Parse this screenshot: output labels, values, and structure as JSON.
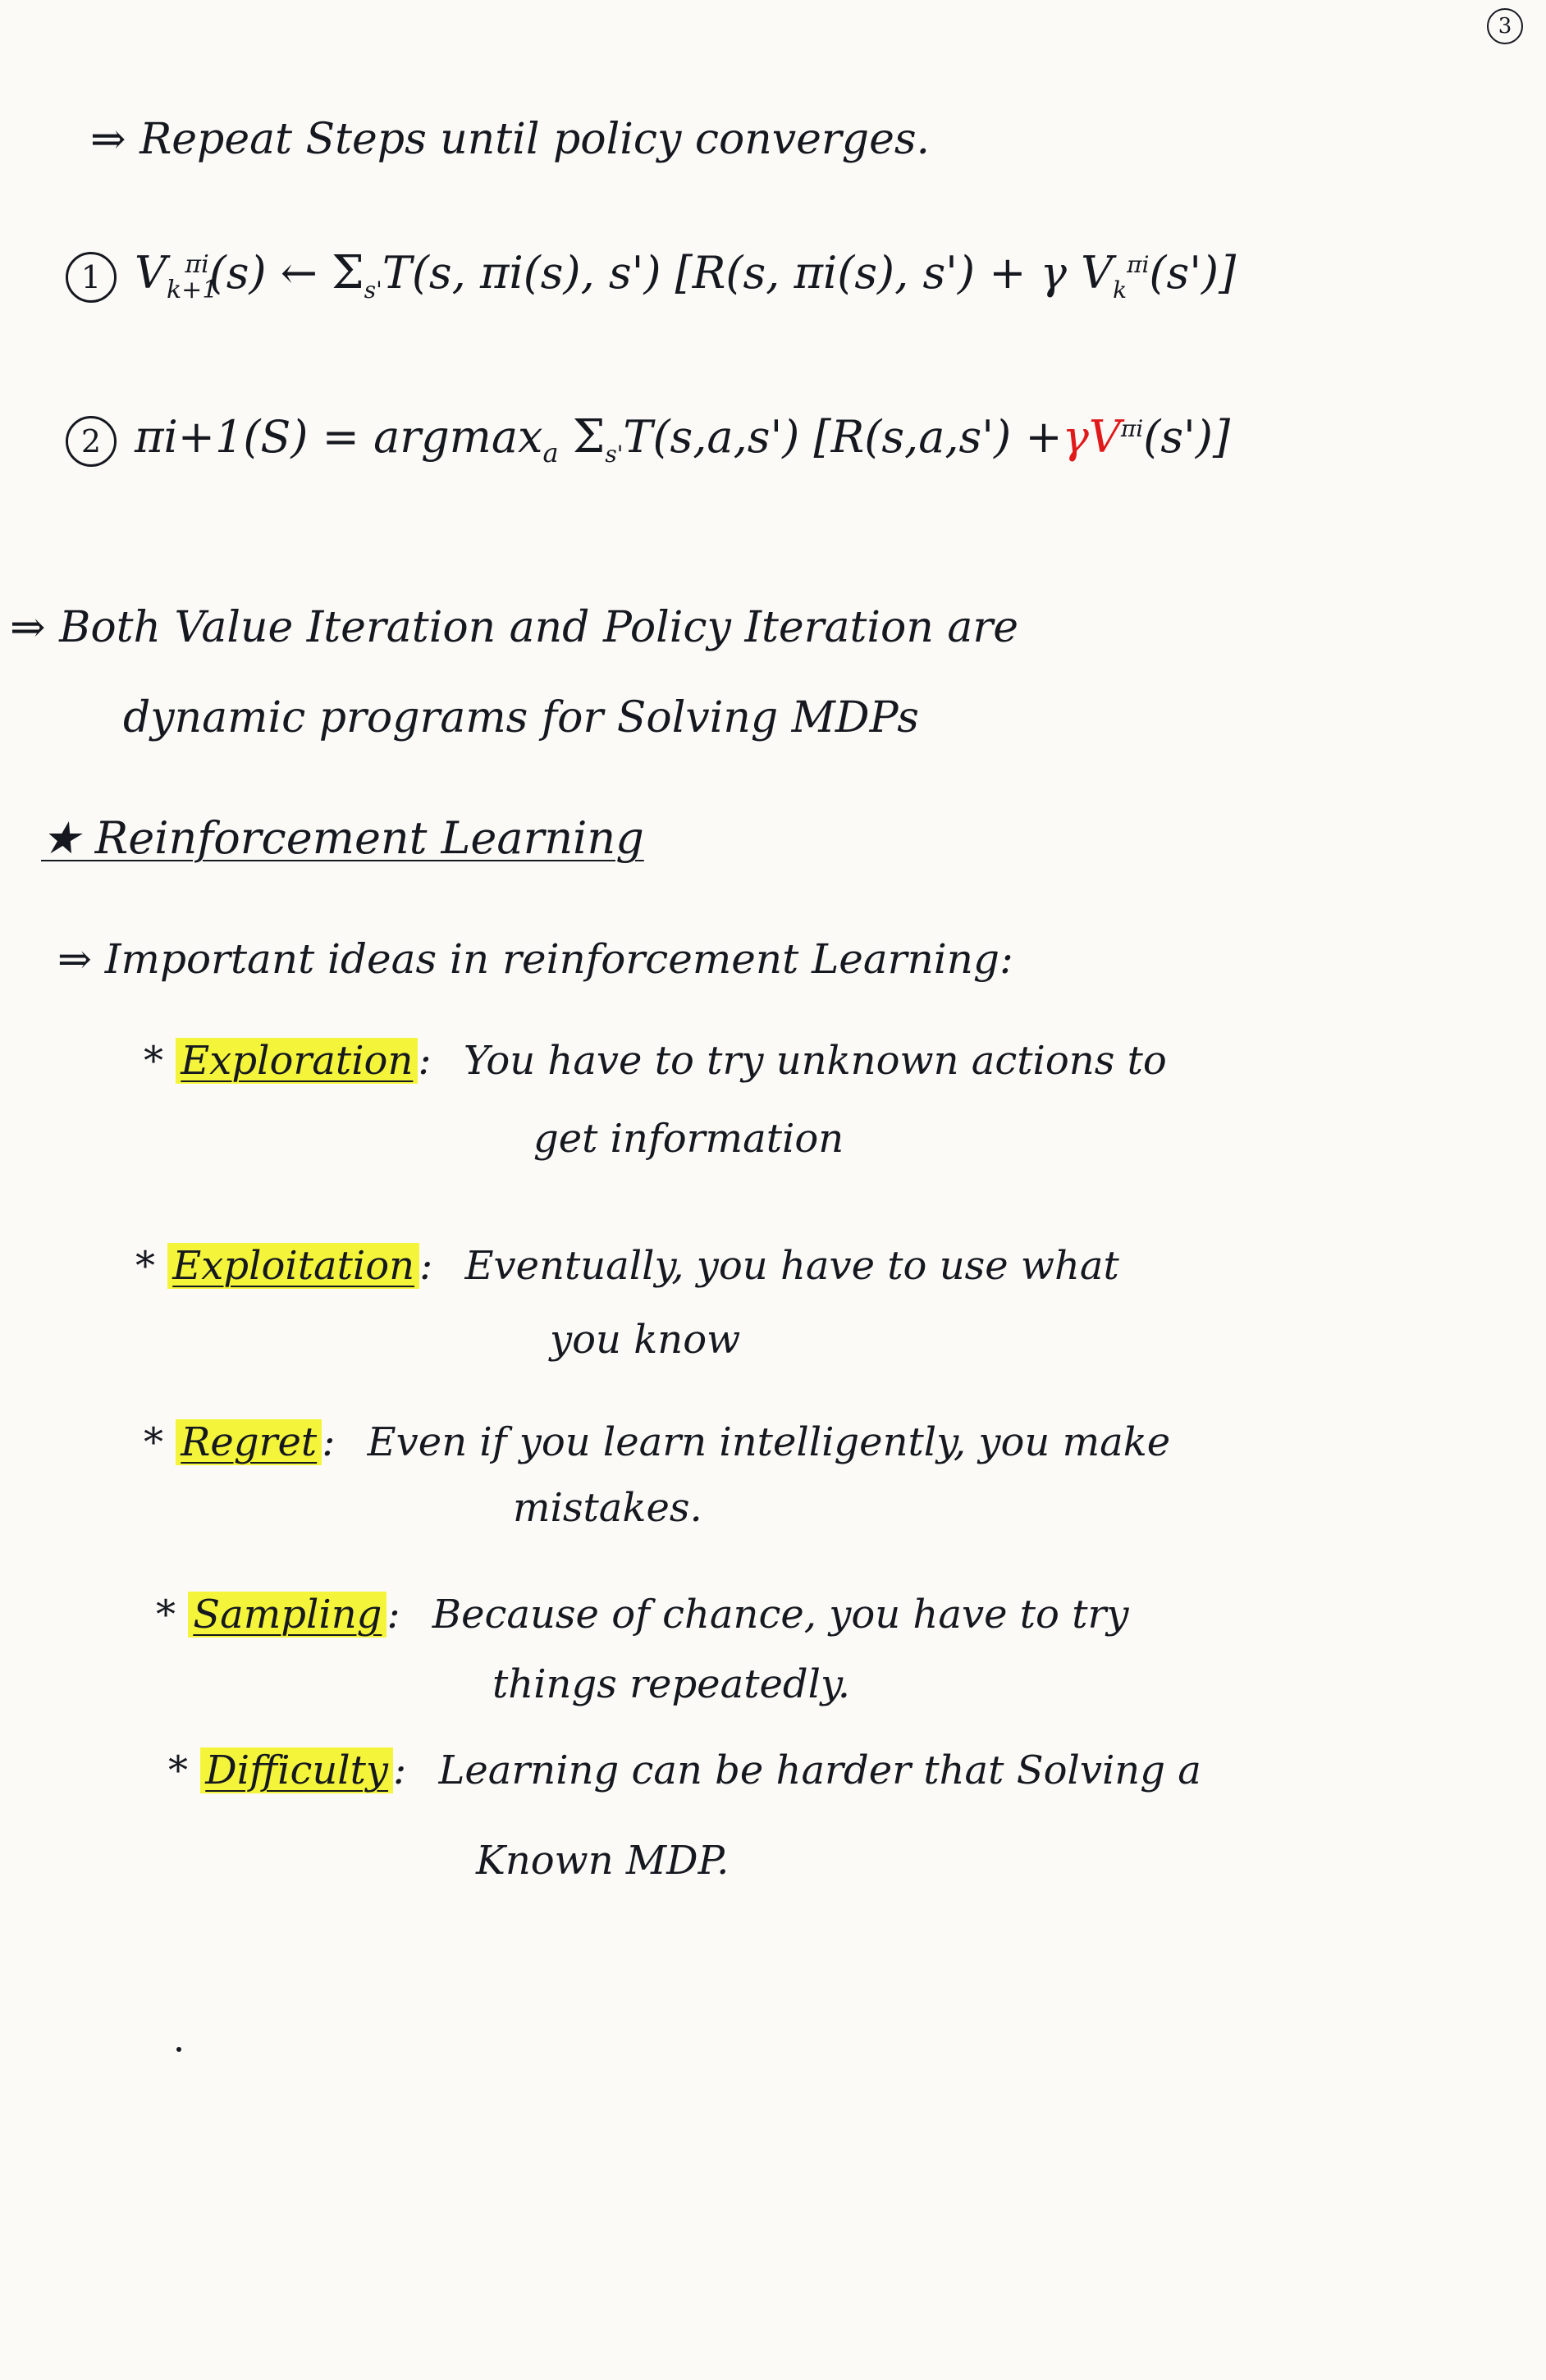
{
  "page_number": "3",
  "intro": "⇒ Repeat Steps until policy converges.",
  "eq1": {
    "num": "1",
    "lhs": "V",
    "lhs_sub": "k+1",
    "lhs_sup": "πi",
    "lhs_arg": "(s) ← ",
    "sum": "Σ",
    "sum_sub": "s'",
    "body": "T(s, πi(s), s') [R(s, πi(s), s') + γ V",
    "body_sub": "k",
    "body_sup": "πi",
    "body_end": "(s')]"
  },
  "eq2": {
    "num": "2",
    "lhs": "πi+1(S) = argmax",
    "argmax_sub": "a",
    "sum": "Σ",
    "sum_sub": "s'",
    "body": "T(s,a,s') [R(s,a,s') +",
    "gamma": "γV",
    "gamma_sup": "πi",
    "body_end": "(s')]"
  },
  "both_line1": "⇒ Both Value Iteration and Policy Iteration are",
  "both_line2": "dynamic programs for Solving MDPs",
  "rl_heading": "★ Reinforcement Learning",
  "ideas": "⇒ Important ideas in reinforcement Learning:",
  "items": [
    {
      "star": "*",
      "term": "Exploration",
      "colon": ":",
      "line1": "You have to try unknown actions to",
      "line2": "get information"
    },
    {
      "star": "*",
      "term": "Exploitation",
      "colon": ":",
      "line1": "Eventually, you have to use what",
      "line2": "you know"
    },
    {
      "star": "*",
      "term": "Regret",
      "colon": ":",
      "line1": "Even if you learn intelligently, you make",
      "line2": "mistakes."
    },
    {
      "star": "*",
      "term": "Sampling",
      "colon": ":",
      "line1": "Because of chance, you have to try",
      "line2": "things repeatedly."
    },
    {
      "star": "*",
      "term": "Difficulty",
      "colon": ":",
      "line1": "Learning can be harder that Solving a",
      "line2": "Known MDP."
    }
  ],
  "colors": {
    "ink": "#15181f",
    "highlight": "#f4f53a",
    "red": "#e01a1a",
    "paper": "#fbfaf7"
  }
}
